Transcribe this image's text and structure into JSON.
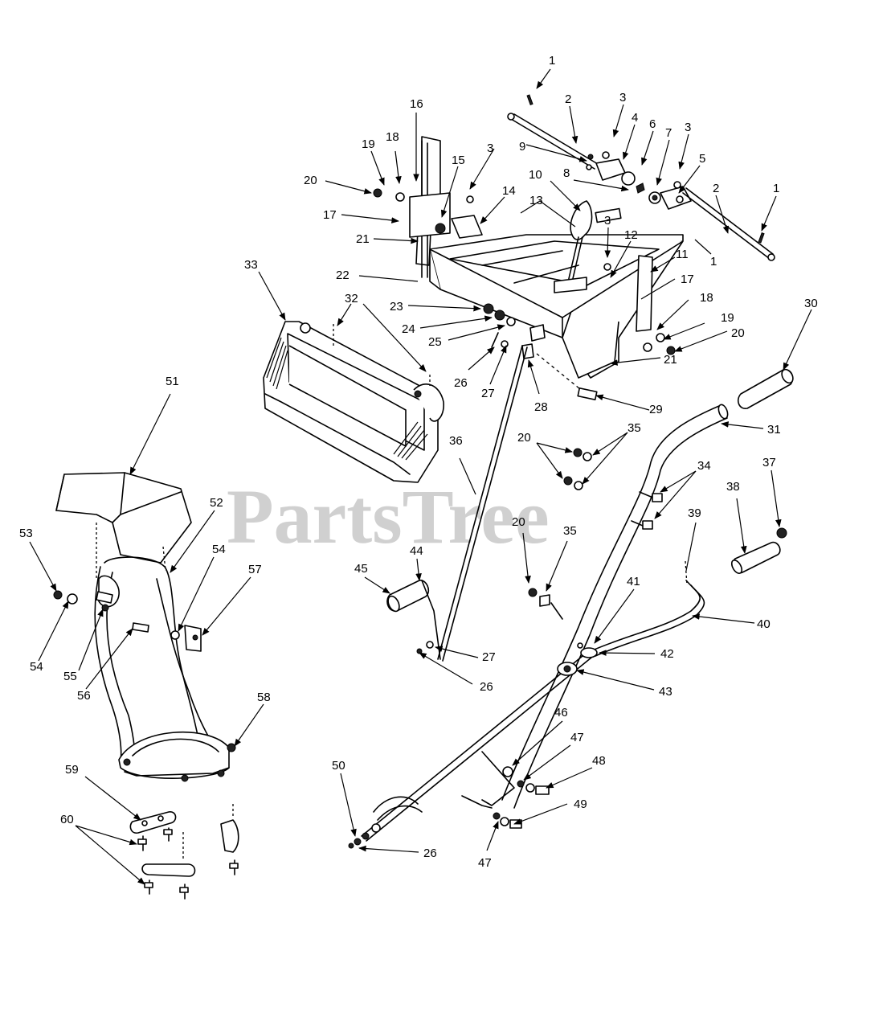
{
  "watermark": "PartsTree",
  "callouts": [
    "1",
    "1",
    "1",
    "2",
    "2",
    "3",
    "3",
    "3",
    "3",
    "4",
    "5",
    "6",
    "7",
    "8",
    "9",
    "10",
    "11",
    "12",
    "13",
    "14",
    "15",
    "16",
    "17",
    "17",
    "18",
    "18",
    "19",
    "19",
    "20",
    "20",
    "20",
    "20",
    "21",
    "21",
    "22",
    "23",
    "24",
    "25",
    "26",
    "26",
    "26",
    "27",
    "27",
    "28",
    "29",
    "30",
    "31",
    "32",
    "33",
    "34",
    "35",
    "35",
    "36",
    "37",
    "38",
    "39",
    "40",
    "41",
    "42",
    "43",
    "44",
    "45",
    "46",
    "47",
    "47",
    "48",
    "49",
    "50",
    "51",
    "52",
    "53",
    "54",
    "54",
    "55",
    "56",
    "57",
    "58",
    "59",
    "60"
  ]
}
